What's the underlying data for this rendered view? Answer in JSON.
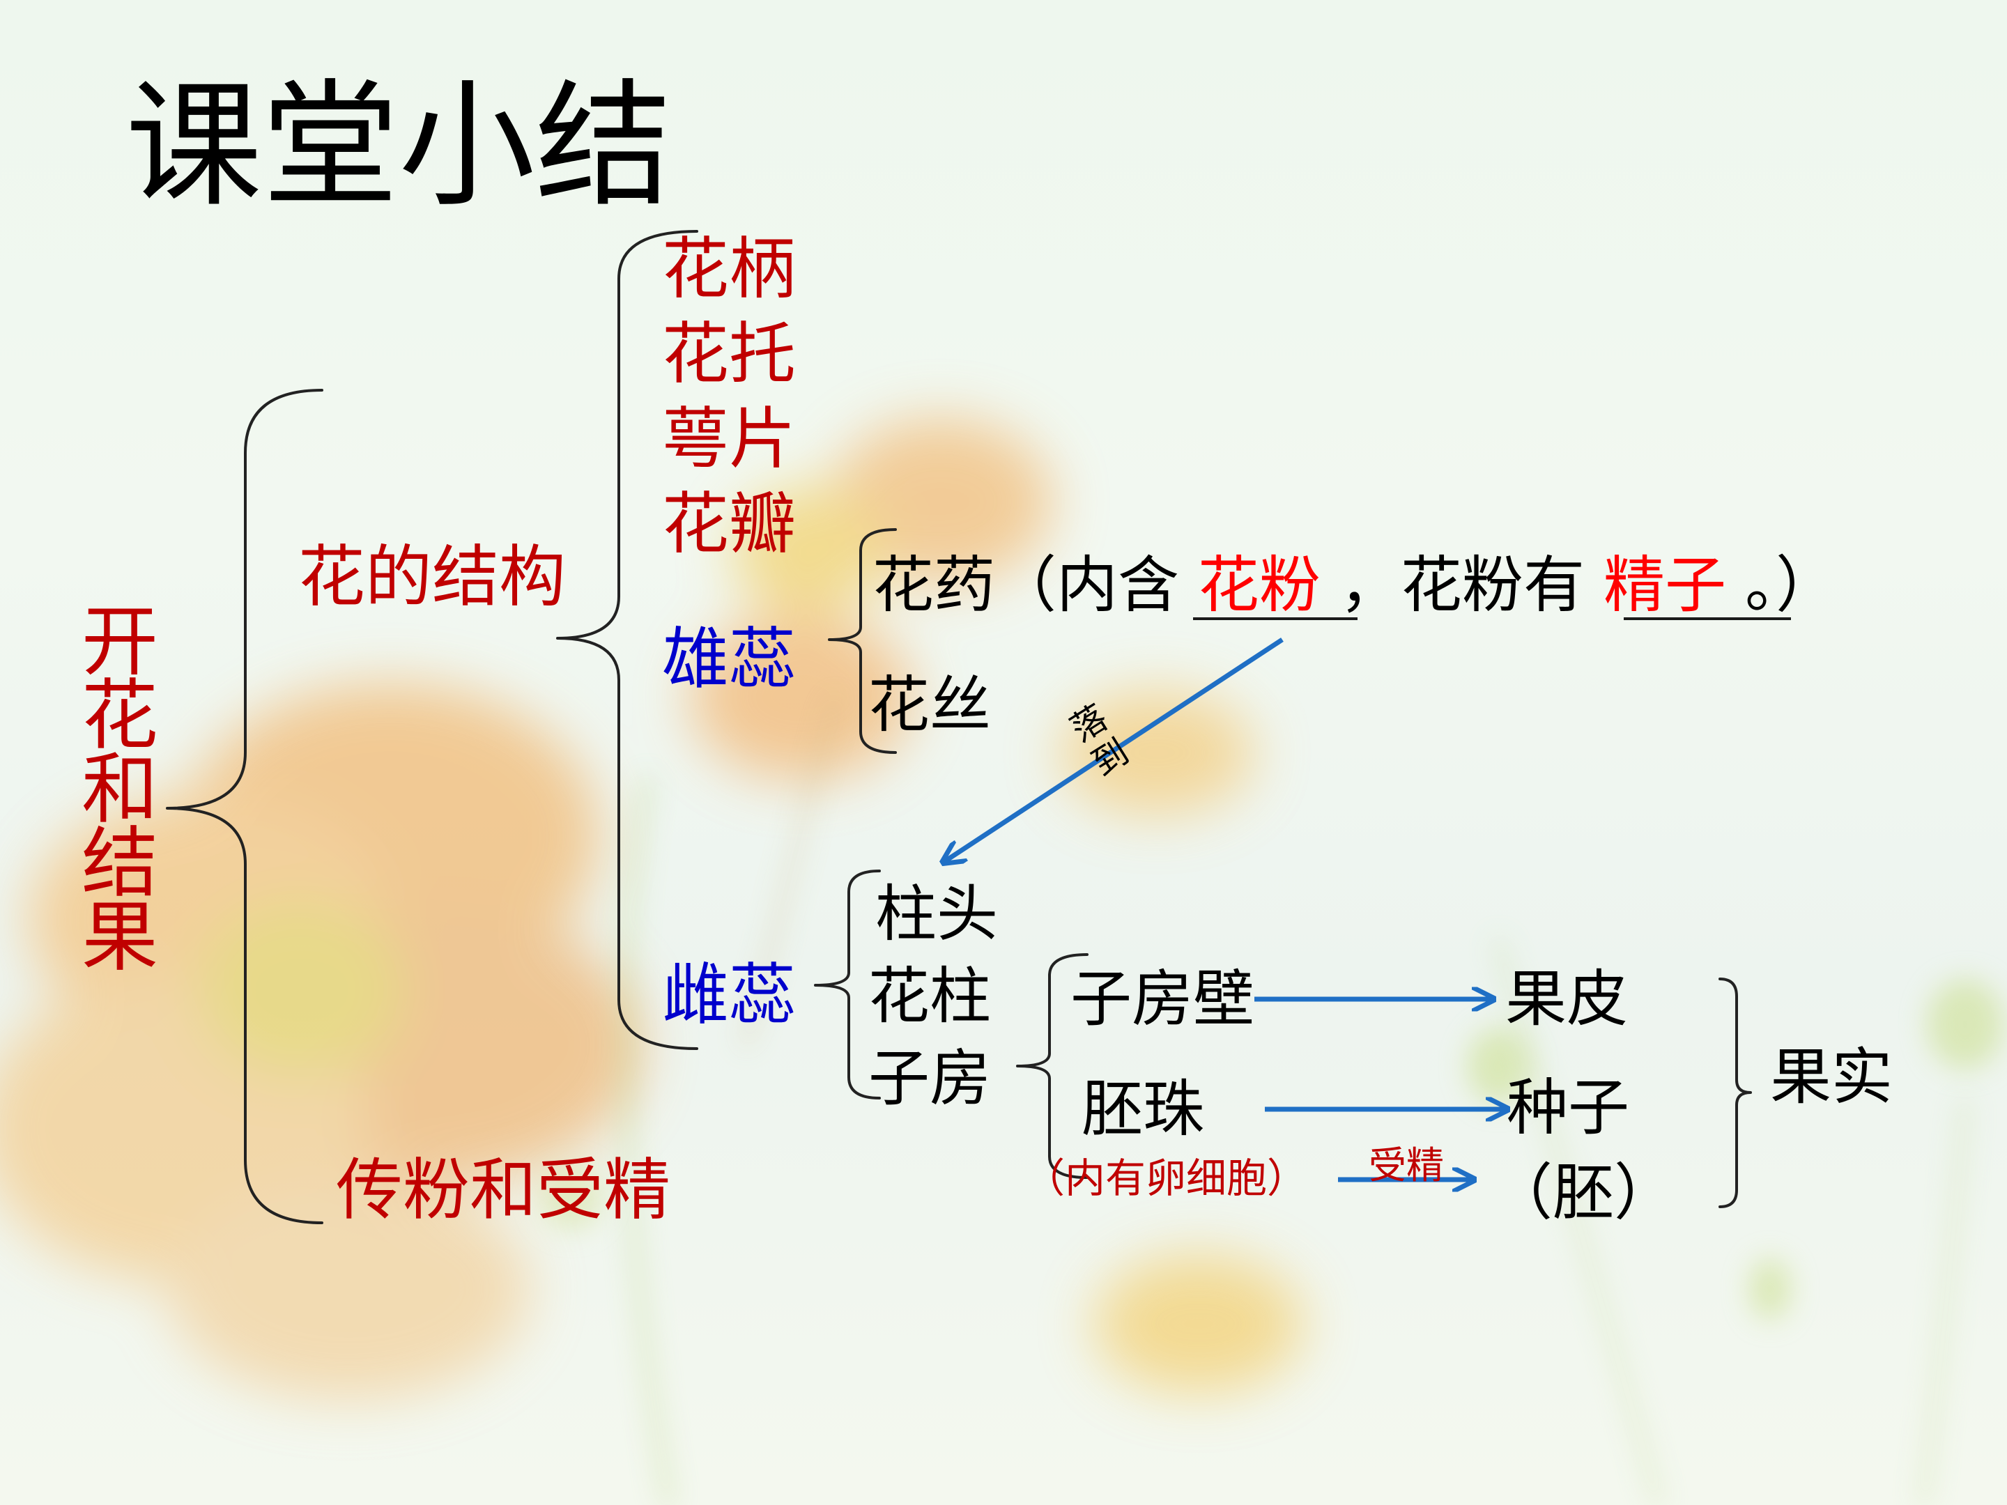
{
  "slide": {
    "title": "课堂小结",
    "root": "开花和结果",
    "branch_structure": "花的结构",
    "branch_pollination": "传粉和受精",
    "flower_parts": [
      "花柄",
      "花托",
      "萼片",
      "花瓣"
    ],
    "stamen": "雄蕊",
    "pistil": "雌蕊",
    "anther": {
      "label": "花药",
      "p1": "（内含",
      "fill1": "花粉",
      "p2": "，花粉有",
      "fill2": "精子",
      "p3": "。）"
    },
    "filament": "花丝",
    "falls_on": "落到",
    "pistil_parts": [
      "柱头",
      "花柱",
      "子房"
    ],
    "ovary_parts": {
      "ovary_wall": "子房壁",
      "ovule": "胚珠",
      "ovule_note": "（内有卵细胞）"
    },
    "fertilization": "受精",
    "results": {
      "pericarp": "果皮",
      "seed": "种子",
      "embryo": "（胚）"
    },
    "fruit": "果实"
  },
  "colors": {
    "heading_red": "#c00000",
    "answer_red": "#ff0000",
    "stamen_blue": "#0000cc",
    "arrow_blue": "#1f6fc5"
  }
}
